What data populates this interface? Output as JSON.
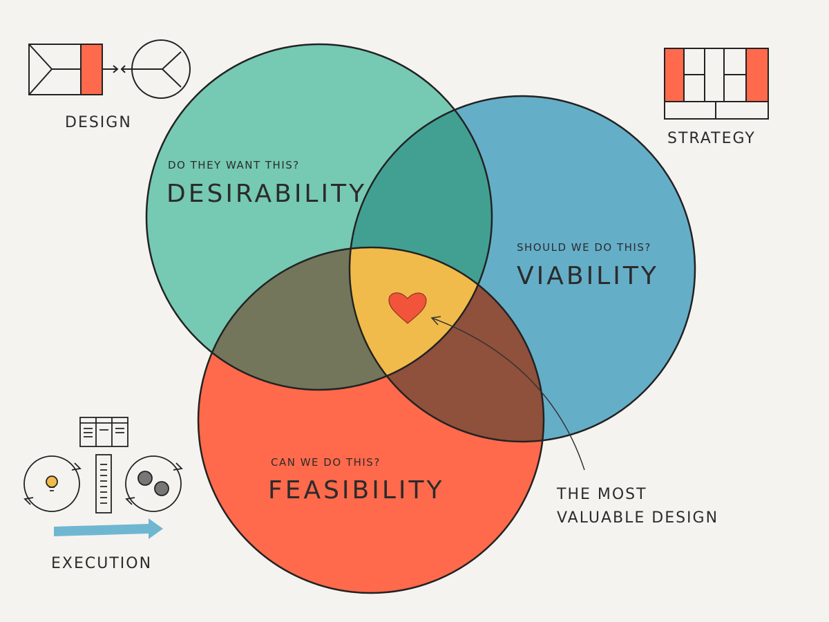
{
  "colors": {
    "background": "#f5f3ef",
    "desirability": "#76c9b2",
    "viability": "#65aec8",
    "feasibility": "#fe6a4b",
    "overlap_desirability_viability": "#42a093",
    "overlap_desirability_feasibility": "#73765a",
    "overlap_viability_feasibility": "#8f503c",
    "center": "#f1bb4b",
    "heart": "#f1533b",
    "accent_red": "#fe6a4b",
    "accent_blue": "#6fb7d1",
    "ink": "#2b2b2b"
  },
  "circles": {
    "desirability": {
      "question": "DO THEY WANT THIS?",
      "title": "DESIRABILITY"
    },
    "viability": {
      "question": "SHOULD WE DO THIS?",
      "title": "VIABILITY"
    },
    "feasibility": {
      "question": "CAN WE DO THIS?",
      "title": "FEASIBILITY"
    }
  },
  "center": {
    "icon": "heart-icon",
    "annotation_line1": "THE MOST",
    "annotation_line2": "VALUABLE DESIGN"
  },
  "corners": {
    "design": {
      "label": "DESIGN",
      "icon": "design-sketch-icon"
    },
    "strategy": {
      "label": "STRATEGY",
      "icon": "strategy-grid-icon"
    },
    "execution": {
      "label": "EXECUTION",
      "icon": "execution-sketch-icon"
    }
  }
}
